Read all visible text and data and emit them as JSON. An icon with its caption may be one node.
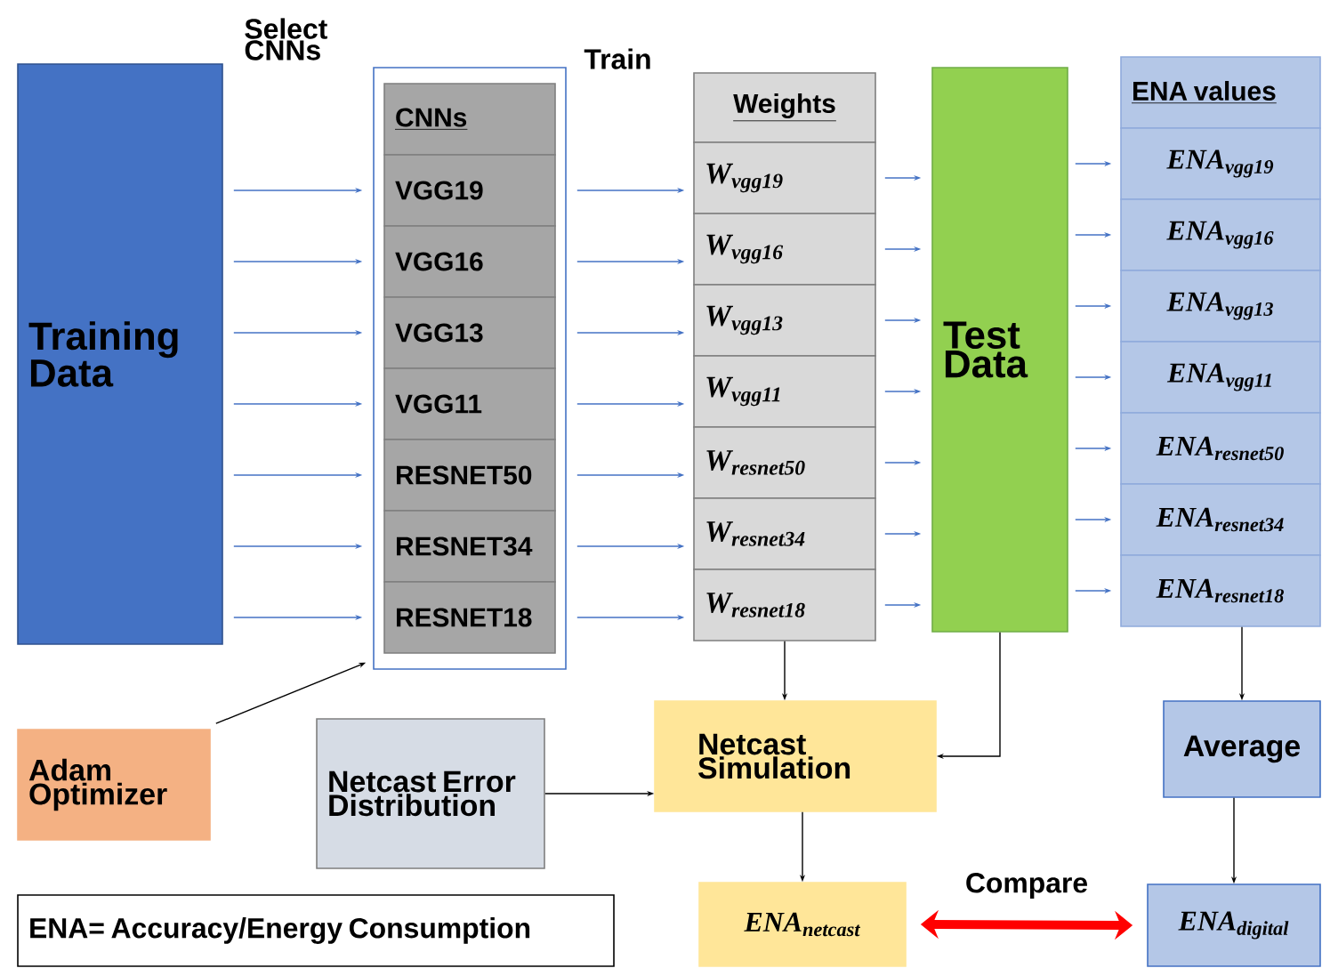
{
  "diagram": {
    "nodes": [
      {
        "text": [
          "Training Data"
        ]
      },
      {
        "text": [],
        "shape": "box"
      },
      {
        "text": [
          "CNNs"
        ],
        "in": 1
      },
      {
        "text": [
          "VGG19"
        ],
        "in": 1
      },
      {
        "text": [
          "VGG16"
        ],
        "in": 1
      },
      {
        "text": [
          "VGG13"
        ],
        "in": 1
      },
      {
        "text": [
          "VGG11"
        ],
        "in": 1
      },
      {
        "text": [
          "RESNET50"
        ],
        "in": 1
      },
      {
        "text": [
          "RESNET34"
        ],
        "in": 1
      },
      {
        "text": [
          "RESNET18"
        ],
        "in": 1
      },
      {
        "text": [
          "Weights"
        ]
      },
      {
        "text": [
          "W$_{vgg19}$"
        ]
      },
      {
        "text": [
          "W$_{vgg16}$"
        ]
      },
      {
        "text": [
          "W$_{vgg13}$"
        ]
      },
      {
        "text": [
          "W$_{vgg11}$"
        ]
      },
      {
        "text": [
          "W$_{resnet50}$"
        ]
      },
      {
        "text": [
          "W$_{resnet34}$"
        ]
      },
      {
        "text": [
          "W$_{resnet18}$"
        ]
      },
      {
        "text": [
          "Test Data"
        ]
      },
      {
        "text": [
          "ENA values"
        ]
      },
      {
        "text": [
          "ENA$_{vgg19}$"
        ]
      },
      {
        "text": [
          "ENA$_{vgg16}$"
        ]
      },
      {
        "text": [
          "ENA$_{vgg13}$"
        ]
      },
      {
        "text": [
          "ENA$_{vgg11}$"
        ]
      },
      {
        "text": [
          "ENA$_{resnet50}$"
        ]
      },
      {
        "text": [
          "ENA$_{resnet34}$"
        ]
      },
      {
        "text": [
          "ENA$_{resnet18}$"
        ]
      },
      {
        "text": [
          "Adam Optimizer"
        ]
      },
      {
        "text": [
          "Netcast Error Distribution"
        ]
      },
      {
        "text": [
          "Netcast Simulation"
        ]
      },
      {
        "text": [
          "Average"
        ]
      },
      {
        "text": [
          "ENA$_{netcast}$"
        ]
      },
      {
        "text": [
          "ENA$_{digital}$"
        ]
      },
      {
        "text": [
          "ENA= Accuracy/Energy Consumption"
        ]
      }
    ],
    "edges": [
      {
        "from": 0,
        "to": 3,
        "arrow": "to"
      },
      {
        "from": 0,
        "to": 4,
        "arrow": "to"
      },
      {
        "from": 0,
        "to": 5,
        "arrow": "to"
      },
      {
        "from": 0,
        "to": 6,
        "arrow": "to"
      },
      {
        "from": 0,
        "to": 7,
        "arrow": "to"
      },
      {
        "from": 0,
        "to": 8,
        "arrow": "to"
      },
      {
        "from": 0,
        "to": 9,
        "arrow": "to"
      },
      {
        "from": 3,
        "to": 11,
        "arrow": "to"
      },
      {
        "from": 4,
        "to": 12,
        "arrow": "to"
      },
      {
        "from": 5,
        "to": 13,
        "arrow": "to"
      },
      {
        "from": 6,
        "to": 14,
        "arrow": "to"
      },
      {
        "from": 7,
        "to": 15,
        "arrow": "to"
      },
      {
        "from": 8,
        "to": 16,
        "arrow": "to"
      },
      {
        "from": 9,
        "to": 17,
        "arrow": "to"
      },
      {
        "from": 11,
        "to": 18,
        "arrow": "to"
      },
      {
        "from": 12,
        "to": 18,
        "arrow": "to"
      },
      {
        "from": 13,
        "to": 18,
        "arrow": "to"
      },
      {
        "from": 14,
        "to": 18,
        "arrow": "to"
      },
      {
        "from": 15,
        "to": 18,
        "arrow": "to"
      },
      {
        "from": 16,
        "to": 18,
        "arrow": "to"
      },
      {
        "from": 17,
        "to": 18,
        "arrow": "to"
      },
      {
        "from": 18,
        "to": 20,
        "arrow": "to"
      },
      {
        "from": 18,
        "to": 21,
        "arrow": "to"
      },
      {
        "from": 18,
        "to": 22,
        "arrow": "to"
      },
      {
        "from": 18,
        "to": 23,
        "arrow": "to"
      },
      {
        "from": 18,
        "to": 24,
        "arrow": "to"
      },
      {
        "from": 18,
        "to": 25,
        "arrow": "to"
      },
      {
        "from": 18,
        "to": 26,
        "arrow": "to"
      },
      {
        "from": 27,
        "to": 1,
        "arrow": "to",
        "color": "#000000"
      },
      {
        "from": 17,
        "to": 29,
        "arrow": "to",
        "color": "#000000"
      },
      {
        "from": 18,
        "to": 29,
        "arrow": "to",
        "color": "#000000"
      },
      {
        "from": 28,
        "to": 29,
        "arrow": "to",
        "color": "#000000"
      },
      {
        "from": 26,
        "to": 30,
        "arrow": "to",
        "color": "#000000"
      },
      {
        "from": 29,
        "to": 31,
        "arrow": "to",
        "color": "#000000"
      },
      {
        "from": 30,
        "to": 32,
        "arrow": "to",
        "color": "#000000"
      },
      {
        "from": 31,
        "to": 32,
        "arrow": "both",
        "label": "Compare",
        "style": "thick",
        "color": "#ff0000"
      }
    ],
    "labels": [
      "Select CNNs",
      "Train"
    ]
  }
}
